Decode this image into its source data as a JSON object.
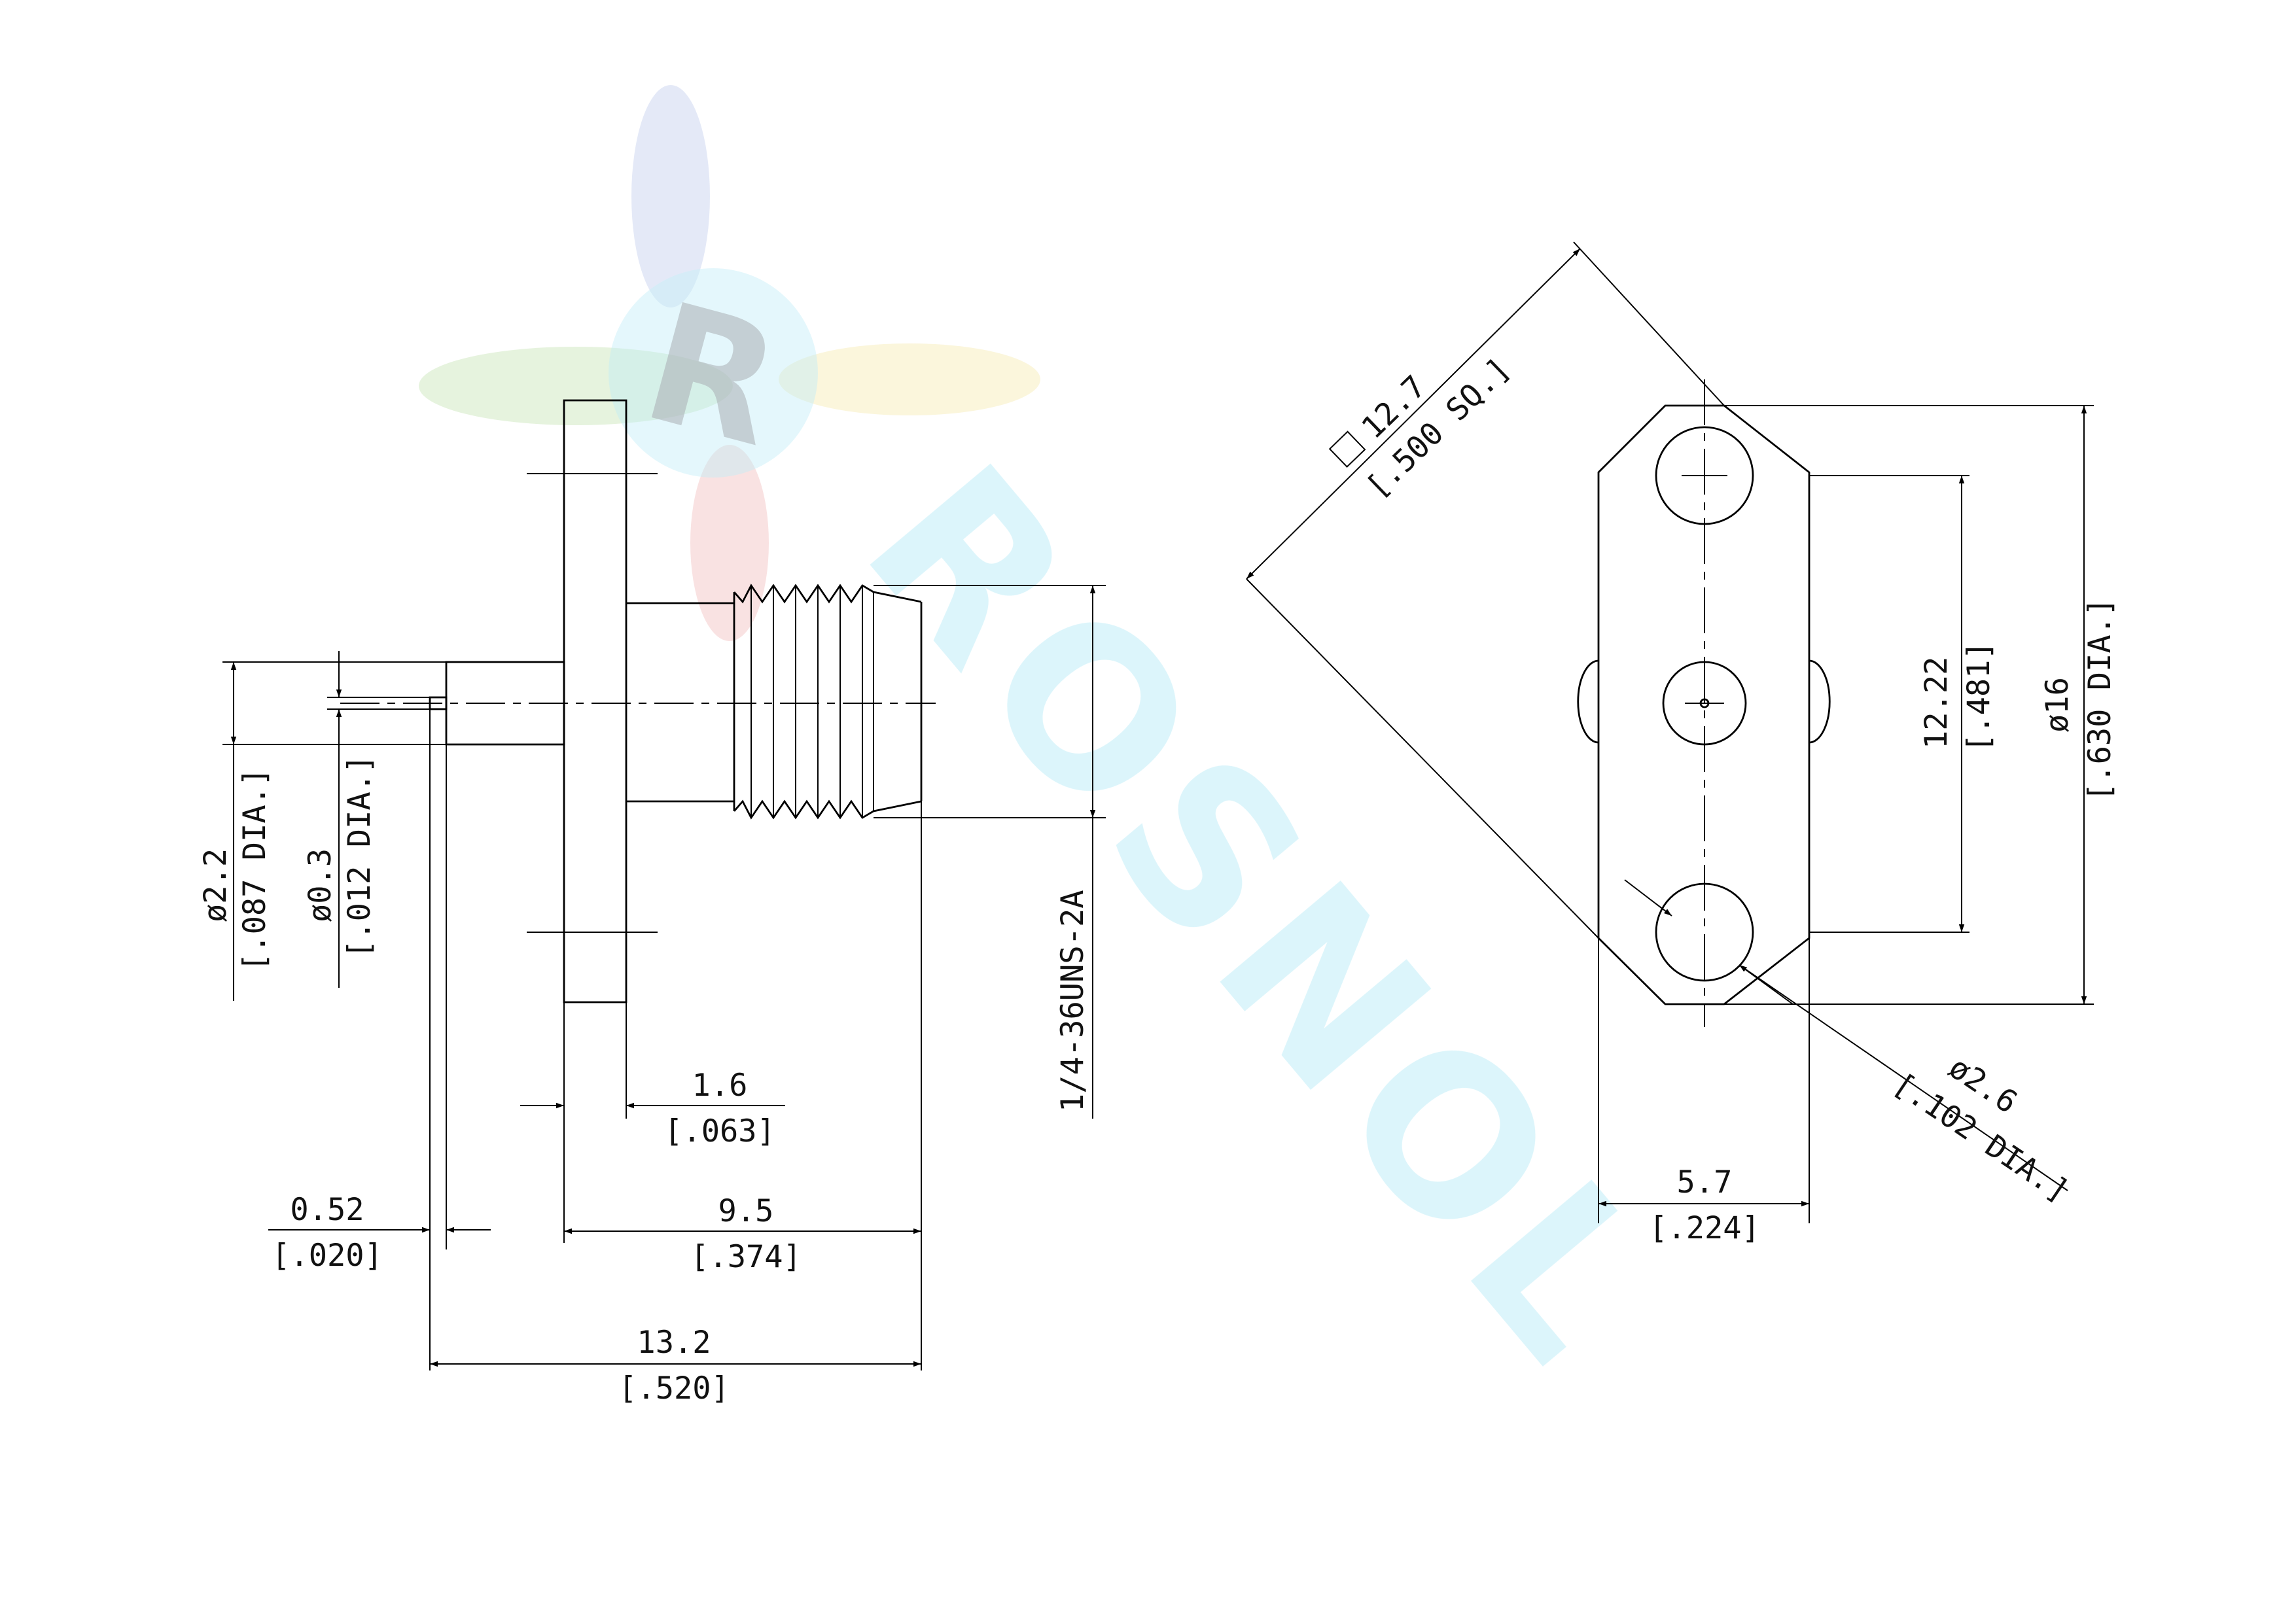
{
  "watermark": {
    "logo_letter": "R",
    "brand_text": "ROSNOL",
    "colors": {
      "blue": "#8fa6e0",
      "green": "#a8d890",
      "yellow": "#f2e08a",
      "red": "#e99090",
      "cyan": "#b9ecf7"
    }
  },
  "side_view": {
    "dim_length_total": {
      "mm": "13.2",
      "inch": "[.520]"
    },
    "dim_body_length": {
      "mm": "9.5",
      "inch": "[.374]"
    },
    "dim_flange_thickness": {
      "mm": "1.6",
      "inch": "[.063]"
    },
    "dim_pin_length": {
      "mm": "0.52",
      "inch": "[.020]"
    },
    "dim_dielectric_dia": {
      "mm": "ø2.2",
      "inch": "[.087 DIA.]"
    },
    "dim_pin_dia": {
      "mm": "ø0.3",
      "inch": "[.012 DIA.]"
    },
    "thread_spec": "1/4-36UNS-2A"
  },
  "front_view": {
    "dim_square": {
      "symbol": "□",
      "mm": "12.7",
      "inch": "[.500 SQ.]"
    },
    "dim_hole_spacing": {
      "mm": "12.22",
      "inch": "[.481]"
    },
    "dim_flange_dia": {
      "mm": "ø16",
      "inch": "[.630 DIA.]"
    },
    "dim_hole_dia": {
      "mm": "ø2.6",
      "inch": "[.102 DIA.]"
    },
    "dim_flange_width": {
      "mm": "5.7",
      "inch": "[.224]"
    }
  }
}
